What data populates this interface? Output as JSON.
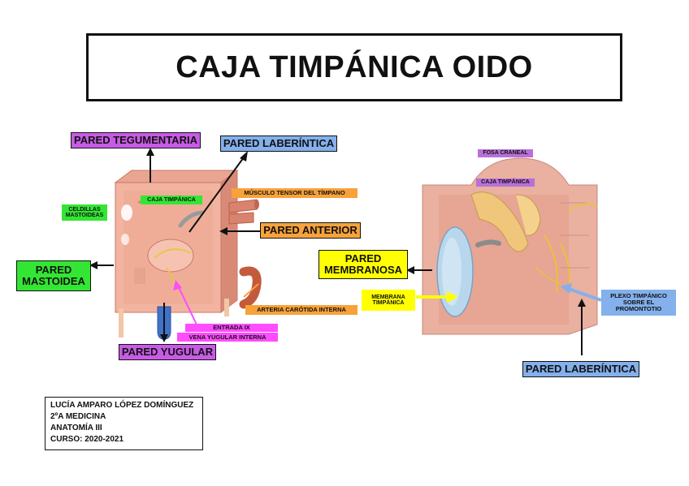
{
  "title": "CAJA TIMPÁNICA OIDO",
  "left_diagram": {
    "labels": {
      "pared_tegumentaria": "PARED TEGUMENTARIA",
      "pared_laberintica": "PARED LABERÍNTICA",
      "celdillas": "CELDILLAS MASTOIDEAS",
      "caja_timpanica": "CAJA TIMPÁNICA",
      "musculo_tensor": "MÚSCULO TENSOR DEL TÍMPANO",
      "pared_anterior": "PARED ANTERIOR",
      "pared_mastoidea": "PARED MASTOIDEA",
      "arteria_carotida": "ARTERIA CARÓTIDA INTERNA",
      "entrada_ix": "ENTRADA IX",
      "vena_yugular": "VENA YUGULAR INTERNA",
      "pared_yugular": "PARED YUGULAR"
    }
  },
  "right_diagram": {
    "labels": {
      "fosa_craneal": "FOSA CRANEAL",
      "caja_timpanica": "CAJA TIMPÁNICA",
      "pared_membranosa": "PARED MEMBRANOSA",
      "membrana_timpanica": "MEMBRANA TIMPÁNICA",
      "plexo_timpanico": "PLEXO TIMPÁNICO SOBRE EL PROMONTOTIO",
      "pared_laberintica": "PARED LABERÍNTICA"
    }
  },
  "info": {
    "author": "LUCÍA AMPARO LÓPEZ DOMÍNGUEZ",
    "group": "2ºA MEDICINA",
    "course_subject": "ANATOMÍA III",
    "year": "CURSO: 2020-2021"
  }
}
